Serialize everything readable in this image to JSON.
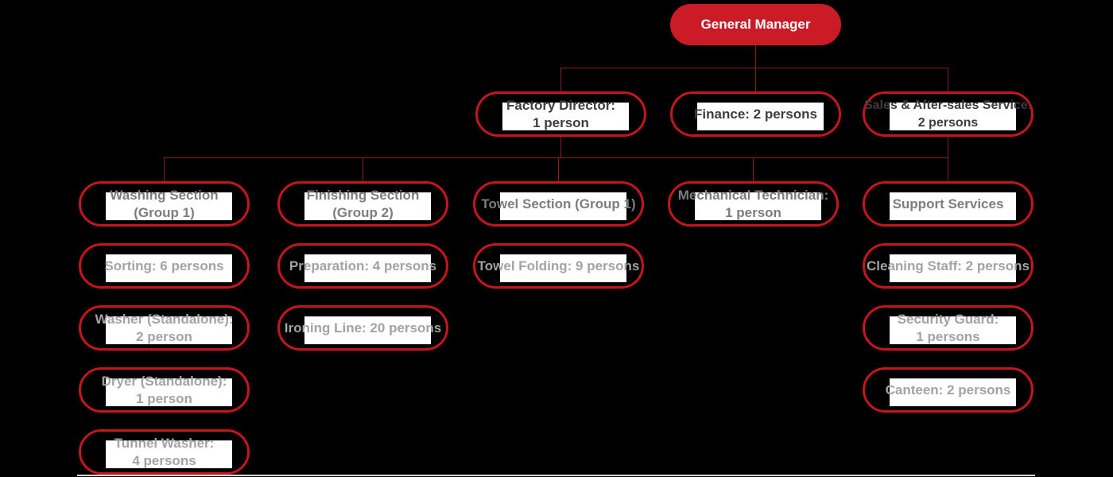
{
  "colors": {
    "background": "#000000",
    "pill_outline": "#c4161d",
    "root_fill": "#cb1b27",
    "connector": "#8a1c1c",
    "highlight_box": "#ffffff",
    "text_level2": "#3d3d3d",
    "text_level3": "#7d7d7d",
    "text_level4": "#a3a3a3",
    "root_text": "#ffffff"
  },
  "nodes": {
    "general_manager": {
      "line1": "General Manager"
    },
    "factory_director": {
      "line1": "Factory Director:",
      "line2": "1 person"
    },
    "finance": {
      "line1": "Finance: 2 persons"
    },
    "sales": {
      "line1": "Sales & After-sales Service:",
      "line2": "2 persons"
    },
    "washing": {
      "line1": "Washing Section",
      "line2": "(Group 1)"
    },
    "finishing": {
      "line1": "Finishing Section",
      "line2": "(Group 2)"
    },
    "towel": {
      "line1": "Towel Section (Group 1)"
    },
    "mechanical": {
      "line1": "Mechanical Technician:",
      "line2": "1 person"
    },
    "support": {
      "line1": "Support Services"
    },
    "sorting": {
      "line1": "Sorting: 6 persons"
    },
    "preparation": {
      "line1": "Preparation: 4 persons"
    },
    "towel_folding": {
      "line1": "Towel Folding: 9 persons"
    },
    "cleaning": {
      "line1": "Cleaning Staff: 2 persons"
    },
    "washer": {
      "line1": "Washer (Standalone):",
      "line2": "2 person"
    },
    "ironing": {
      "line1": "Ironing Line: 20 persons"
    },
    "security": {
      "line1": "Security Guard:",
      "line2": "1 persons"
    },
    "dryer": {
      "line1": "Dryer (Standalone):",
      "line2": "1 person"
    },
    "tunnel": {
      "line1": "Tunnel Washer:",
      "line2": "4 persons"
    },
    "canteen": {
      "line1": "Canteen: 2 persons"
    }
  },
  "hierarchy": {
    "root": "general_manager",
    "level2": [
      "factory_director",
      "finance",
      "sales"
    ],
    "level3_row": [
      "washing",
      "finishing",
      "towel",
      "mechanical",
      "support"
    ],
    "groups": {
      "washing": [
        "sorting",
        "washer",
        "dryer",
        "tunnel"
      ],
      "finishing": [
        "preparation",
        "ironing"
      ],
      "towel": [
        "towel_folding"
      ],
      "support": [
        "cleaning",
        "security",
        "canteen"
      ]
    }
  }
}
